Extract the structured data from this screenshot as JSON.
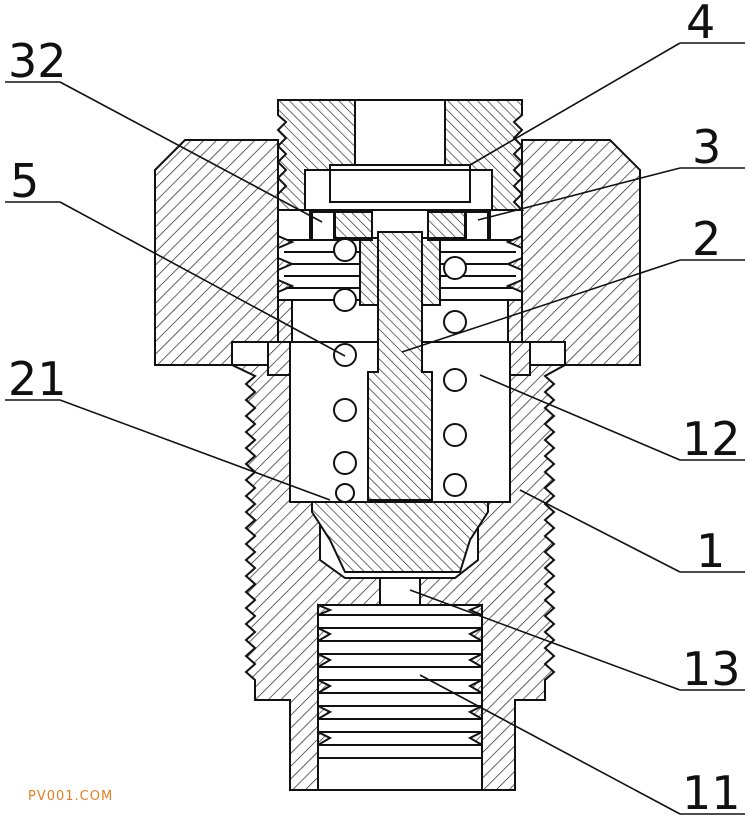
{
  "labels": {
    "l4": "4",
    "l32": "32",
    "l3": "3",
    "l5": "5",
    "l2": "2",
    "l21": "21",
    "l12": "12",
    "l1": "1",
    "l13": "13",
    "l11": "11"
  },
  "watermark": "PV001.COM"
}
